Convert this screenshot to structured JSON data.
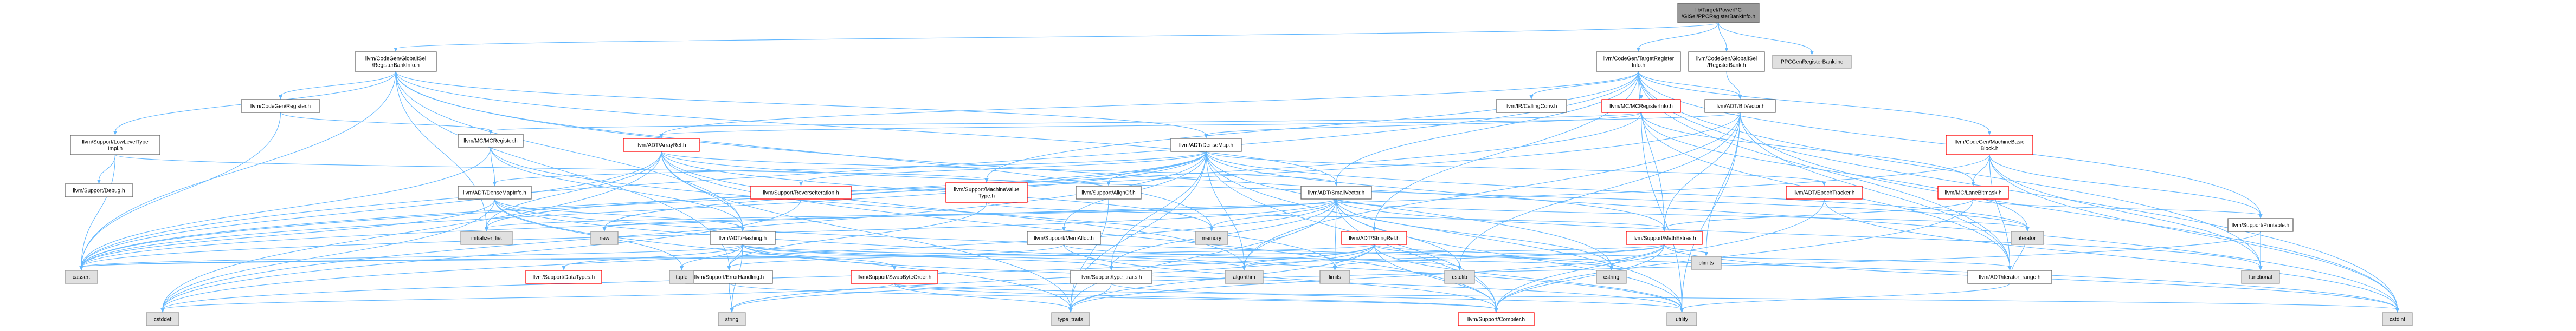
{
  "nodes": [
    {
      "id": "root",
      "lines": [
        "lib/Target/PowerPC",
        "/GISel/PPCRegisterBankInfo.h"
      ],
      "style": "root"
    },
    {
      "id": "gisel_rbi",
      "lines": [
        "llvm/CodeGen/GlobalISel",
        "/RegisterBankInfo.h"
      ],
      "style": "plain"
    },
    {
      "id": "tri",
      "lines": [
        "llvm/CodeGen/TargetRegister",
        "Info.h"
      ],
      "style": "plain"
    },
    {
      "id": "gisel_rb",
      "lines": [
        "llvm/CodeGen/GlobalISel",
        "/RegisterBank.h"
      ],
      "style": "plain"
    },
    {
      "id": "ppc_rb_inc",
      "lines": [
        "PPCGenRegisterBank.inc"
      ],
      "style": "gray"
    },
    {
      "id": "cg_register",
      "lines": [
        "llvm/CodeGen/Register.h"
      ],
      "style": "plain"
    },
    {
      "id": "lowlevel",
      "lines": [
        "llvm/Support/LowLevelType",
        "Impl.h"
      ],
      "style": "plain"
    },
    {
      "id": "debug",
      "lines": [
        "llvm/Support/Debug.h"
      ],
      "style": "plain"
    },
    {
      "id": "callingconv",
      "lines": [
        "llvm/IR/CallingConv.h"
      ],
      "style": "plain"
    },
    {
      "id": "mc_reginfo",
      "lines": [
        "llvm/MC/MCRegisterInfo.h"
      ],
      "style": "red"
    },
    {
      "id": "bitvector",
      "lines": [
        "llvm/ADT/BitVector.h"
      ],
      "style": "plain"
    },
    {
      "id": "mc_register",
      "lines": [
        "llvm/MC/MCRegister.h"
      ],
      "style": "plain"
    },
    {
      "id": "arrayref",
      "lines": [
        "llvm/ADT/ArrayRef.h"
      ],
      "style": "red"
    },
    {
      "id": "densemap",
      "lines": [
        "llvm/ADT/DenseMap.h"
      ],
      "style": "plain"
    },
    {
      "id": "mbb",
      "lines": [
        "llvm/CodeGen/MachineBasic",
        "Block.h"
      ],
      "style": "red"
    },
    {
      "id": "densemapinfo",
      "lines": [
        "llvm/ADT/DenseMapInfo.h"
      ],
      "style": "plain"
    },
    {
      "id": "reverseiter",
      "lines": [
        "llvm/Support/ReverseIteration.h"
      ],
      "style": "red"
    },
    {
      "id": "mvt",
      "lines": [
        "llvm/Support/MachineValue",
        "Type.h"
      ],
      "style": "red"
    },
    {
      "id": "alignof",
      "lines": [
        "llvm/Support/AlignOf.h"
      ],
      "style": "plain"
    },
    {
      "id": "smallvector",
      "lines": [
        "llvm/ADT/SmallVector.h"
      ],
      "style": "plain"
    },
    {
      "id": "epochtracker",
      "lines": [
        "llvm/ADT/EpochTracker.h"
      ],
      "style": "red"
    },
    {
      "id": "lanebitmask",
      "lines": [
        "llvm/MC/LaneBitmask.h"
      ],
      "style": "red"
    },
    {
      "id": "printable",
      "lines": [
        "llvm/Support/Printable.h"
      ],
      "style": "plain"
    },
    {
      "id": "hashing",
      "lines": [
        "llvm/ADT/Hashing.h"
      ],
      "style": "plain"
    },
    {
      "id": "memalloc",
      "lines": [
        "llvm/Support/MemAlloc.h"
      ],
      "style": "plain"
    },
    {
      "id": "stringref",
      "lines": [
        "llvm/ADT/StringRef.h"
      ],
      "style": "red"
    },
    {
      "id": "mathextras",
      "lines": [
        "llvm/Support/MathExtras.h"
      ],
      "style": "red"
    },
    {
      "id": "datatypes",
      "lines": [
        "llvm/Support/DataTypes.h"
      ],
      "style": "red"
    },
    {
      "id": "errorhandling",
      "lines": [
        "llvm/Support/ErrorHandling.h"
      ],
      "style": "plain"
    },
    {
      "id": "swapbyteorder",
      "lines": [
        "llvm/Support/SwapByteOrder.h"
      ],
      "style": "red"
    },
    {
      "id": "typetraits",
      "lines": [
        "llvm/Support/type_traits.h"
      ],
      "style": "plain"
    },
    {
      "id": "iterator_range",
      "lines": [
        "llvm/ADT/iterator_range.h"
      ],
      "style": "plain"
    },
    {
      "id": "compiler",
      "lines": [
        "llvm/Support/Compiler.h"
      ],
      "style": "red"
    },
    {
      "id": "initializer_list",
      "lines": [
        "initializer_list"
      ],
      "style": "gray"
    },
    {
      "id": "new",
      "lines": [
        "new"
      ],
      "style": "gray"
    },
    {
      "id": "memory",
      "lines": [
        "memory"
      ],
      "style": "gray"
    },
    {
      "id": "iterator",
      "lines": [
        "iterator"
      ],
      "style": "gray"
    },
    {
      "id": "cassert",
      "lines": [
        "cassert"
      ],
      "style": "gray"
    },
    {
      "id": "tuple",
      "lines": [
        "tuple"
      ],
      "style": "gray"
    },
    {
      "id": "algorithm",
      "lines": [
        "algorithm"
      ],
      "style": "gray"
    },
    {
      "id": "limits",
      "lines": [
        "limits"
      ],
      "style": "gray"
    },
    {
      "id": "cstdlib",
      "lines": [
        "cstdlib"
      ],
      "style": "gray"
    },
    {
      "id": "cstring",
      "lines": [
        "cstring"
      ],
      "style": "gray"
    },
    {
      "id": "climits",
      "lines": [
        "climits"
      ],
      "style": "gray"
    },
    {
      "id": "functional",
      "lines": [
        "functional"
      ],
      "style": "gray"
    },
    {
      "id": "cstddef",
      "lines": [
        "cstddef"
      ],
      "style": "gray"
    },
    {
      "id": "string",
      "lines": [
        "string"
      ],
      "style": "gray"
    },
    {
      "id": "type_traits",
      "lines": [
        "type_traits"
      ],
      "style": "gray"
    },
    {
      "id": "utility",
      "lines": [
        "utility"
      ],
      "style": "gray"
    },
    {
      "id": "cstdint",
      "lines": [
        "cstdint"
      ],
      "style": "gray"
    }
  ],
  "edges": [
    [
      "root",
      "gisel_rbi"
    ],
    [
      "root",
      "tri"
    ],
    [
      "root",
      "gisel_rb"
    ],
    [
      "root",
      "ppc_rb_inc"
    ],
    [
      "gisel_rbi",
      "cg_register"
    ],
    [
      "gisel_rbi",
      "lowlevel"
    ],
    [
      "gisel_rbi",
      "densemap"
    ],
    [
      "gisel_rbi",
      "smallvector"
    ],
    [
      "gisel_rbi",
      "cassert"
    ],
    [
      "gisel_rbi",
      "initializer_list"
    ],
    [
      "gisel_rbi",
      "memory"
    ],
    [
      "gisel_rbi",
      "errorhandling"
    ],
    [
      "gisel_rbi",
      "hashing"
    ],
    [
      "gisel_rbi",
      "cstdint"
    ],
    [
      "lowlevel",
      "debug"
    ],
    [
      "lowlevel",
      "mvt"
    ],
    [
      "lowlevel",
      "cassert"
    ],
    [
      "cg_register",
      "mc_register"
    ],
    [
      "cg_register",
      "cassert"
    ],
    [
      "tri",
      "callingconv"
    ],
    [
      "tri",
      "mc_reginfo"
    ],
    [
      "tri",
      "bitvector"
    ],
    [
      "tri",
      "mbb"
    ],
    [
      "tri",
      "arrayref"
    ],
    [
      "tri",
      "smallvector"
    ],
    [
      "tri",
      "stringref"
    ],
    [
      "tri",
      "mathextras"
    ],
    [
      "tri",
      "printable"
    ],
    [
      "tri",
      "iterator_range"
    ],
    [
      "tri",
      "cassert"
    ],
    [
      "tri",
      "cstdint"
    ],
    [
      "tri",
      "functional"
    ],
    [
      "tri",
      "mvt"
    ],
    [
      "gisel_rb",
      "bitvector"
    ],
    [
      "mc_reginfo",
      "densemap"
    ],
    [
      "mc_reginfo",
      "mc_register"
    ],
    [
      "mc_reginfo",
      "lanebitmask"
    ],
    [
      "mc_reginfo",
      "iterator_range"
    ],
    [
      "mc_reginfo",
      "cassert"
    ],
    [
      "mc_reginfo",
      "iterator"
    ],
    [
      "mc_reginfo",
      "utility"
    ],
    [
      "bitvector",
      "arrayref"
    ],
    [
      "bitvector",
      "iterator_range"
    ],
    [
      "bitvector",
      "mathextras"
    ],
    [
      "bitvector",
      "algorithm"
    ],
    [
      "bitvector",
      "cassert"
    ],
    [
      "bitvector",
      "climits"
    ],
    [
      "bitvector",
      "cstdint"
    ],
    [
      "bitvector",
      "cstdlib"
    ],
    [
      "bitvector",
      "utility"
    ],
    [
      "mc_register",
      "densemapinfo"
    ],
    [
      "mc_register",
      "hashing"
    ],
    [
      "mc_register",
      "cassert"
    ],
    [
      "mc_register",
      "limits"
    ],
    [
      "arrayref",
      "hashing"
    ],
    [
      "arrayref",
      "smallvector"
    ],
    [
      "arrayref",
      "compiler"
    ],
    [
      "arrayref",
      "algorithm"
    ],
    [
      "arrayref",
      "array"
    ],
    [
      "arrayref",
      "cassert"
    ],
    [
      "arrayref",
      "cstddef"
    ],
    [
      "arrayref",
      "initializer_list"
    ],
    [
      "arrayref",
      "iterator"
    ],
    [
      "arrayref",
      "memory"
    ],
    [
      "arrayref",
      "type_traits"
    ],
    [
      "arrayref",
      "vector"
    ],
    [
      "densemap",
      "densemapinfo"
    ],
    [
      "densemap",
      "epochtracker"
    ],
    [
      "densemap",
      "alignof"
    ],
    [
      "densemap",
      "compiler"
    ],
    [
      "densemap",
      "mathextras"
    ],
    [
      "densemap",
      "memalloc"
    ],
    [
      "densemap",
      "reverseiter"
    ],
    [
      "densemap",
      "typetraits"
    ],
    [
      "densemap",
      "algorithm"
    ],
    [
      "densemap",
      "cassert"
    ],
    [
      "densemap",
      "cstddef"
    ],
    [
      "densemap",
      "cstring"
    ],
    [
      "densemap",
      "initializer_list"
    ],
    [
      "densemap",
      "iterator"
    ],
    [
      "densemap",
      "new"
    ],
    [
      "densemap",
      "type_traits"
    ],
    [
      "densemap",
      "utility"
    ],
    [
      "mbb",
      "lanebitmask"
    ],
    [
      "mbb",
      "iterator_range"
    ],
    [
      "mbb",
      "printable"
    ],
    [
      "mbb",
      "functional"
    ],
    [
      "mbb",
      "cassert"
    ],
    [
      "mbb",
      "cstdint"
    ],
    [
      "densemapinfo",
      "hashing"
    ],
    [
      "densemapinfo",
      "cassert"
    ],
    [
      "densemapinfo",
      "cstddef"
    ],
    [
      "densemapinfo",
      "cstdint"
    ],
    [
      "densemapinfo",
      "tuple"
    ],
    [
      "densemapinfo",
      "type_traits"
    ],
    [
      "densemapinfo",
      "utility"
    ],
    [
      "mvt",
      "errorhandling"
    ],
    [
      "mvt",
      "mathextras"
    ],
    [
      "smallvector",
      "compiler"
    ],
    [
      "smallvector",
      "typetraits"
    ],
    [
      "smallvector",
      "algorithm"
    ],
    [
      "smallvector",
      "cassert"
    ],
    [
      "smallvector",
      "cstddef"
    ],
    [
      "smallvector",
      "cstdlib"
    ],
    [
      "smallvector",
      "cstring"
    ],
    [
      "smallvector",
      "functional"
    ],
    [
      "smallvector",
      "initializer_list"
    ],
    [
      "smallvector",
      "iterator"
    ],
    [
      "smallvector",
      "limits"
    ],
    [
      "smallvector",
      "memory"
    ],
    [
      "smallvector",
      "new"
    ],
    [
      "smallvector",
      "type_traits"
    ],
    [
      "smallvector",
      "utility"
    ],
    [
      "lanebitmask",
      "compiler"
    ],
    [
      "lanebitmask",
      "mathextras"
    ],
    [
      "lanebitmask",
      "printable"
    ],
    [
      "printable",
      "functional"
    ],
    [
      "printable",
      "string"
    ],
    [
      "hashing",
      "datatypes"
    ],
    [
      "hashing",
      "errorhandling"
    ],
    [
      "hashing",
      "swapbyteorder"
    ],
    [
      "hashing",
      "typetraits"
    ],
    [
      "hashing",
      "algorithm"
    ],
    [
      "hashing",
      "cassert"
    ],
    [
      "hashing",
      "cstring"
    ],
    [
      "hashing",
      "string"
    ],
    [
      "hashing",
      "tuple"
    ],
    [
      "hashing",
      "utility"
    ],
    [
      "memalloc",
      "compiler"
    ],
    [
      "memalloc",
      "errorhandling"
    ],
    [
      "memalloc",
      "cstdlib"
    ],
    [
      "stringref",
      "compiler"
    ],
    [
      "stringref",
      "iterator_range"
    ],
    [
      "stringref",
      "algorithm"
    ],
    [
      "stringref",
      "cassert"
    ],
    [
      "stringref",
      "cstddef"
    ],
    [
      "stringref",
      "cstring"
    ],
    [
      "stringref",
      "limits"
    ],
    [
      "stringref",
      "string"
    ],
    [
      "stringref",
      "type_traits"
    ],
    [
      "stringref",
      "utility"
    ],
    [
      "mathextras",
      "compiler"
    ],
    [
      "mathextras",
      "algorithm"
    ],
    [
      "mathextras",
      "cassert"
    ],
    [
      "mathextras",
      "climits"
    ],
    [
      "mathextras",
      "cstdint"
    ],
    [
      "mathextras",
      "cstring"
    ],
    [
      "mathextras",
      "limits"
    ],
    [
      "mathextras",
      "type_traits"
    ],
    [
      "errorhandling",
      "compiler"
    ],
    [
      "errorhandling",
      "string"
    ],
    [
      "swapbyteorder",
      "compiler"
    ],
    [
      "swapbyteorder",
      "cstddef"
    ],
    [
      "swapbyteorder",
      "cstdint"
    ],
    [
      "swapbyteorder",
      "type_traits"
    ],
    [
      "typetraits",
      "type_traits"
    ],
    [
      "typetraits",
      "utility"
    ],
    [
      "iterator_range",
      "utility"
    ],
    [
      "iterator_range",
      "iterator"
    ],
    [
      "epochtracker",
      "compiler"
    ],
    [
      "epochtracker",
      "cstdint"
    ],
    [
      "reverseiter",
      "cstddef"
    ],
    [
      "alignof",
      "type_traits"
    ]
  ]
}
